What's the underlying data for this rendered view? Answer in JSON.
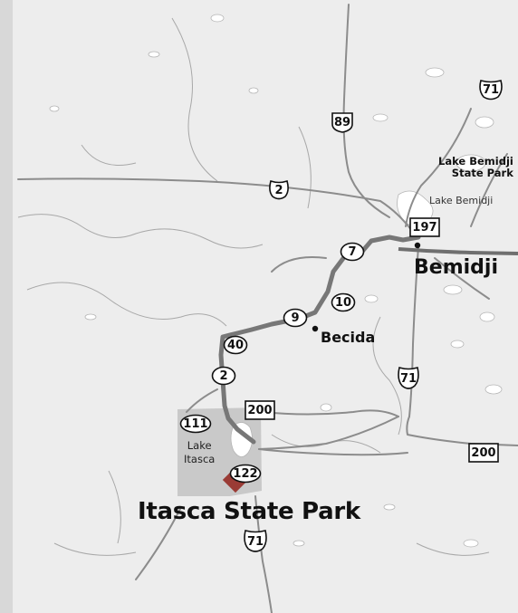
{
  "places": {
    "bemidji": "Bemidji",
    "becida": "Becida",
    "itasca_state_park": "Itasca State Park",
    "lake_bemidji_state_park_line1": "Lake Bemidji",
    "lake_bemidji_state_park_line2": "State Park",
    "lake_bemidji": "Lake Bemidji",
    "lake_itasca_line1": "Lake",
    "lake_itasca_line2": "Itasca"
  },
  "routes": {
    "us_89": "89",
    "us_71_north": "71",
    "us_2_west": "2",
    "us_197": "197",
    "oval_7": "7",
    "oval_10": "10",
    "oval_9": "9",
    "oval_40": "40",
    "oval_2": "2",
    "us_200_north": "200",
    "oval_111": "111",
    "oval_122": "122",
    "us_71_central": "71",
    "us_200_east": "200",
    "us_71_south": "71"
  },
  "colors": {
    "background": "#ededed",
    "road": "#8c8c8c",
    "featured_route": "#777777",
    "park_fill": "#c8c8c8",
    "marker": "#9a3b35",
    "water": "#ffffff"
  },
  "icons": {
    "park_marker": "diamond-icon",
    "town_marker": "dot-icon"
  }
}
